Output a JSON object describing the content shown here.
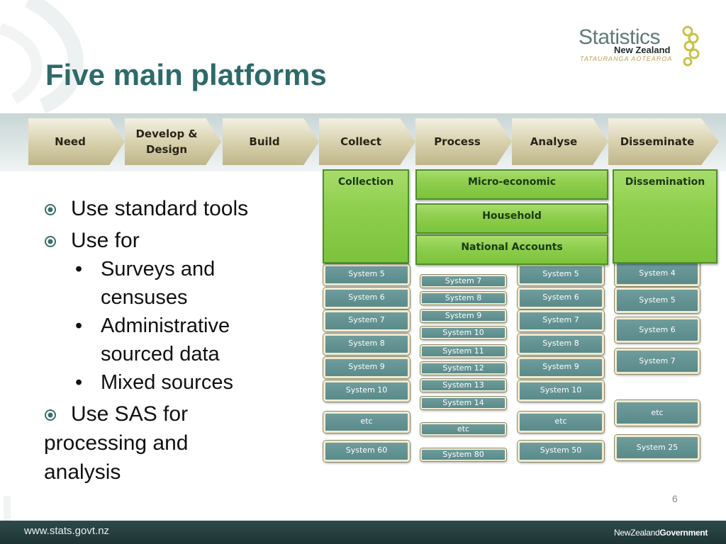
{
  "slide": {
    "title": "Five main platforms",
    "page_number": "6",
    "footer_url": "www.stats.govt.nz",
    "footer_gov_a": "NewZealand",
    "footer_gov_b": "Government"
  },
  "logo": {
    "statistics": "Statistics",
    "new_zealand": "New Zealand",
    "tatauranga": "TATAURANGA AOTEAROA"
  },
  "process_steps": [
    {
      "label": "Need"
    },
    {
      "label": "Develop & Design"
    },
    {
      "label": "Build"
    },
    {
      "label": "Collect"
    },
    {
      "label": "Process"
    },
    {
      "label": "Analyse"
    },
    {
      "label": "Disseminate"
    }
  ],
  "platforms": {
    "collection": "Collection",
    "micro_economic": "Micro-economic",
    "household": "Household",
    "national_accounts": "National Accounts",
    "dissemination": "Dissemination"
  },
  "systems": {
    "col1": [
      "System 5",
      "System 6",
      "System 7",
      "System 8",
      "System 9",
      "System 10",
      "etc",
      "System 60"
    ],
    "col2": [
      "System 7",
      "System 8",
      "System 9",
      "System 10",
      "System 11",
      "System 12",
      "System 13",
      "System 14",
      "etc",
      "System 80"
    ],
    "col3": [
      "System 5",
      "System 6",
      "System 7",
      "System 8",
      "System 9",
      "System 10",
      "etc",
      "System 50"
    ],
    "col4": [
      "System 4",
      "System 5",
      "System 6",
      "System 7",
      "etc",
      "System 25"
    ]
  },
  "bullets": {
    "b1": "Use standard tools",
    "b2": "Use for",
    "b2_sub1_line1": "Surveys and",
    "b2_sub1_line2": "censuses",
    "b2_sub2_line1": "Administrative",
    "b2_sub2_line2": "sourced data",
    "b2_sub3": "Mixed sources",
    "b3_line1": "Use SAS for",
    "b3_line2": "processing and",
    "b3_line3": "analysis"
  },
  "colors": {
    "title": "#2e6a6a",
    "platform_green": "#8fcf4e",
    "system_teal": "#5a8a8a",
    "chevron_beige": "#d6cfaa",
    "footer": "#1e3434"
  }
}
